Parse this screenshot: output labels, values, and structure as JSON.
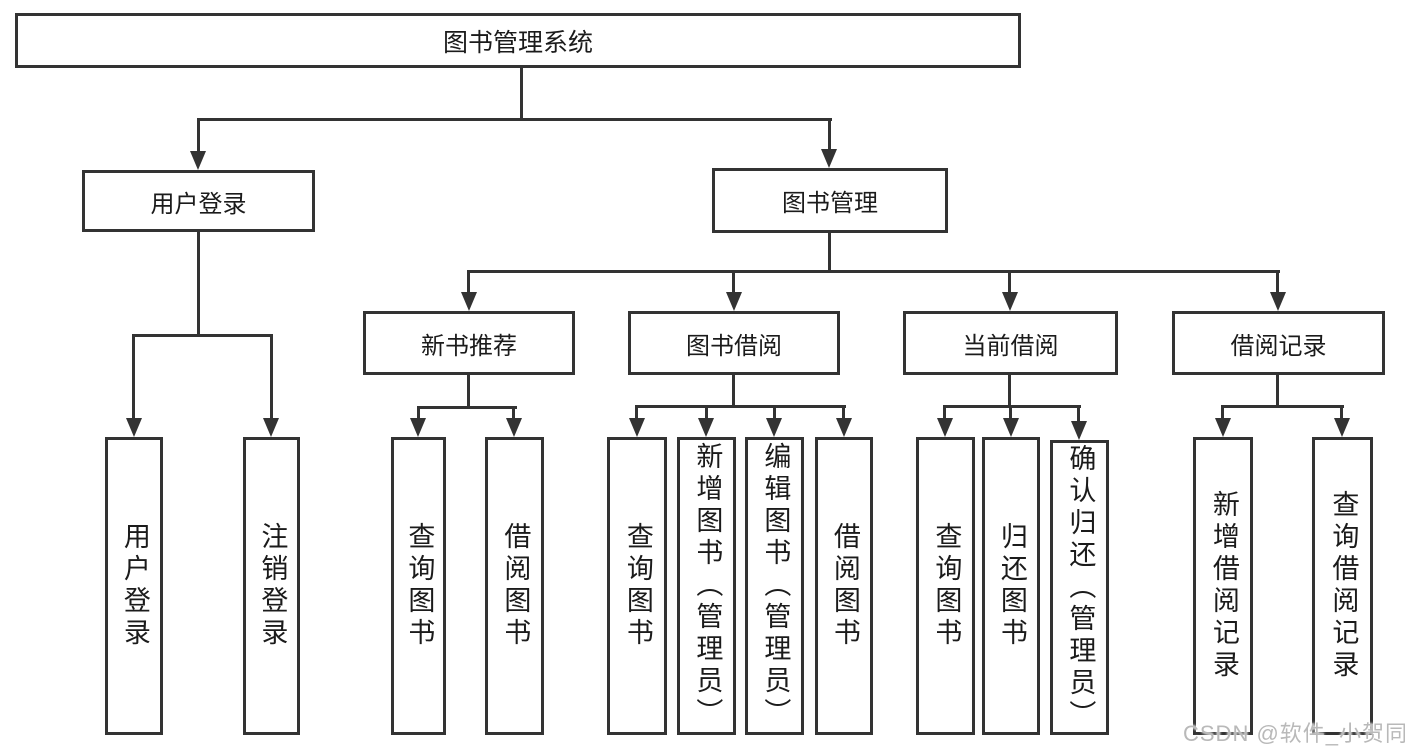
{
  "tree": {
    "label": "图书管理系统",
    "children": [
      {
        "label": "用户登录",
        "children": [
          {
            "label": "用户登录"
          },
          {
            "label": "注销登录"
          }
        ]
      },
      {
        "label": "图书管理",
        "children": [
          {
            "label": "新书推荐",
            "children": [
              {
                "label": "查询图书"
              },
              {
                "label": "借阅图书"
              }
            ]
          },
          {
            "label": "图书借阅",
            "children": [
              {
                "label": "查询图书"
              },
              {
                "label": "新增图书（管理员）"
              },
              {
                "label": "编辑图书（管理员）"
              },
              {
                "label": "借阅图书"
              }
            ]
          },
          {
            "label": "当前借阅",
            "children": [
              {
                "label": "查询图书"
              },
              {
                "label": "归还图书"
              },
              {
                "label": "确认归还（管理员）"
              }
            ]
          },
          {
            "label": "借阅记录",
            "children": [
              {
                "label": "新增借阅记录"
              },
              {
                "label": "查询借阅记录"
              }
            ]
          }
        ]
      }
    ]
  },
  "watermark": {
    "text": "CSDN @软件_小贺同学"
  },
  "colors": {
    "line": "#333333",
    "text": "#1b1b1b",
    "watermark": "#b9b9b9"
  }
}
